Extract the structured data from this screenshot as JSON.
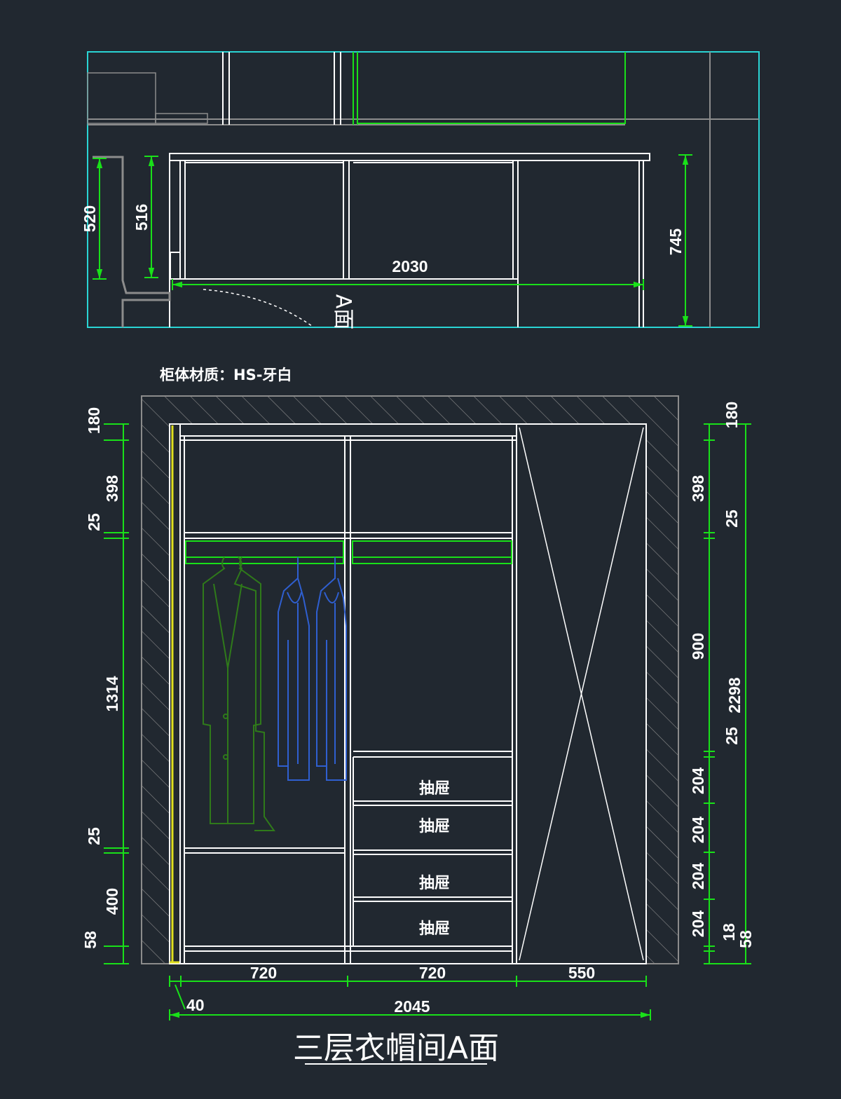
{
  "plan": {
    "width_2030": "2030",
    "left_dim_520": "520",
    "left_dim_516": "516",
    "right_dim_745": "745",
    "elevation_mark": "A面"
  },
  "material_note": "柜体材质：HS-牙白",
  "elevation": {
    "left_dims": {
      "d180": "180",
      "d398": "398",
      "d25a": "25",
      "d1314": "1314",
      "d25b": "25",
      "d400": "400",
      "d58": "58"
    },
    "right_dims": {
      "d180": "180",
      "d398": "398",
      "d25a": "25",
      "d900": "900",
      "d2298": "2298",
      "d25b": "25",
      "d204a": "204",
      "d204b": "204",
      "d204c": "204",
      "d204d": "204",
      "d18": "18",
      "d58": "58"
    },
    "bottom_dims": {
      "w720a": "720",
      "w720b": "720",
      "w550": "550",
      "w40": "40",
      "w2045": "2045"
    },
    "drawers": [
      "抽屉",
      "抽屉",
      "抽屉",
      "抽屉"
    ]
  },
  "title": "三层衣帽间A面",
  "colors": {
    "background": "#212830",
    "cyan": "#2ad4d4",
    "green": "#19e019",
    "white": "#ffffff",
    "blue": "#2f5fd0",
    "darkgreen": "#2f7a1a",
    "yellow": "#e0e020",
    "gray": "#8c8c8c"
  }
}
